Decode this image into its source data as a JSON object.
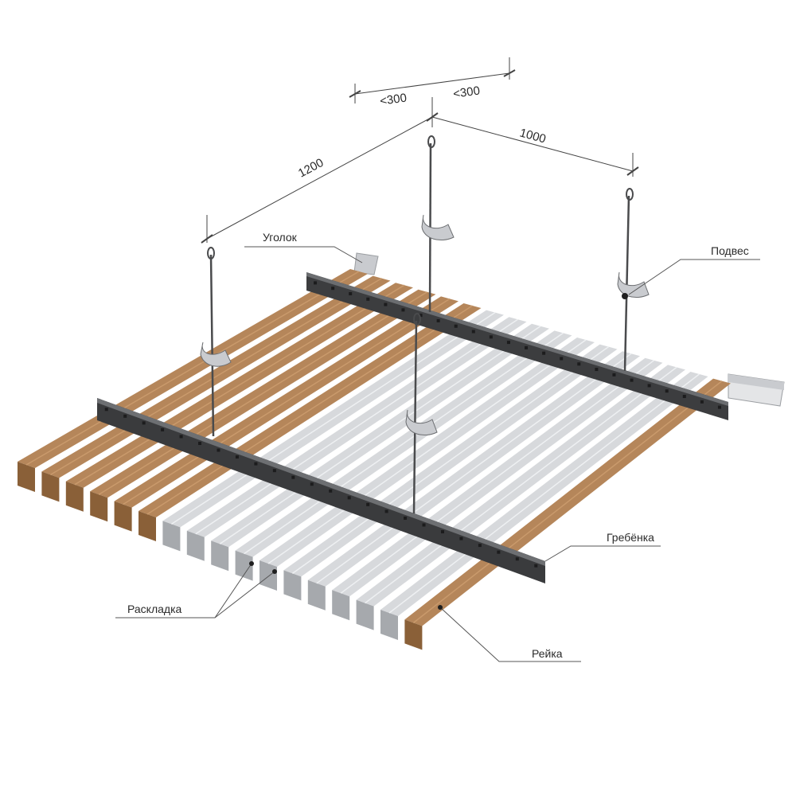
{
  "dimensions": {
    "d_1200": "1200",
    "d_lt300_left": "<300",
    "d_lt300_right": "<300",
    "d_1000": "1000"
  },
  "labels": {
    "ugolok": "Уголок",
    "podves": "Подвес",
    "grebenka": "Гребёнка",
    "raskladka": "Раскладка",
    "reyka": "Рейка"
  },
  "colors": {
    "wood": "#b5865a",
    "wood_dark": "#8a6038",
    "metal": "#d7d9dc",
    "metal_dark": "#a6a9ad",
    "rail": "#3a3b3d",
    "line": "#555555"
  }
}
